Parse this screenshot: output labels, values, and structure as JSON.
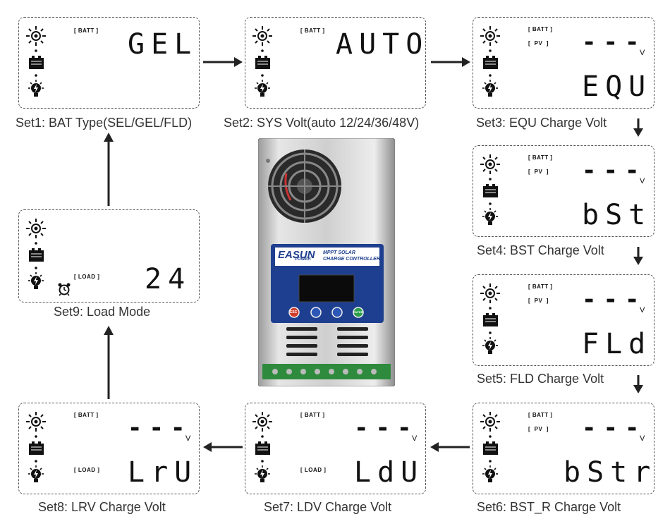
{
  "panels": [
    {
      "id": "set1",
      "tags": [
        "BATT"
      ],
      "display": "GEL",
      "caption": "Set1: BAT Type(SEL/GEL/FLD)"
    },
    {
      "id": "set2",
      "tags": [
        "BATT"
      ],
      "display": "AUTO",
      "caption": "Set2: SYS Volt(auto  12/24/36/48V)"
    },
    {
      "id": "set3",
      "tags": [
        "BATT",
        "PV"
      ],
      "top": "---",
      "unit": "V",
      "display": "EQU",
      "caption": "Set3: EQU Charge Volt"
    },
    {
      "id": "set4",
      "tags": [
        "BATT",
        "PV"
      ],
      "top": "---",
      "unit": "V",
      "display": "bSt",
      "caption": "Set4: BST Charge Volt"
    },
    {
      "id": "set5",
      "tags": [
        "BATT",
        "PV"
      ],
      "top": "---",
      "unit": "V",
      "display": "FLd",
      "caption": "Set5: FLD Charge Volt"
    },
    {
      "id": "set6",
      "tags": [
        "BATT",
        "PV"
      ],
      "top": "---",
      "unit": "V",
      "display": "bStr",
      "caption": "Set6: BST_R Charge Volt"
    },
    {
      "id": "set7",
      "tags": [
        "BATT",
        "LOAD"
      ],
      "top": "---",
      "unit": "V",
      "display": "LdU",
      "caption": "Set7: LDV Charge Volt"
    },
    {
      "id": "set8",
      "tags": [
        "BATT",
        "LOAD"
      ],
      "top": "---",
      "unit": "V",
      "display": "LrU",
      "caption": "Set8: LRV Charge Volt"
    },
    {
      "id": "set9",
      "tags": [
        "LOAD"
      ],
      "display": "24",
      "caption": "Set9: Load Mode"
    }
  ],
  "device": {
    "brand": "EASUN",
    "brand_sub": "POWER",
    "product_line1": "MPPT SOLAR",
    "product_line2": "CHARGE CONTROLLER",
    "buttons": [
      "ESC",
      "",
      "",
      "ENTER"
    ]
  },
  "colors": {
    "device_panel": "#1e3f8f",
    "button_red": "#d23b2a",
    "button_blue": "#2c57b7",
    "button_green": "#2b9e4a",
    "terminal": "#2e8b3e"
  }
}
